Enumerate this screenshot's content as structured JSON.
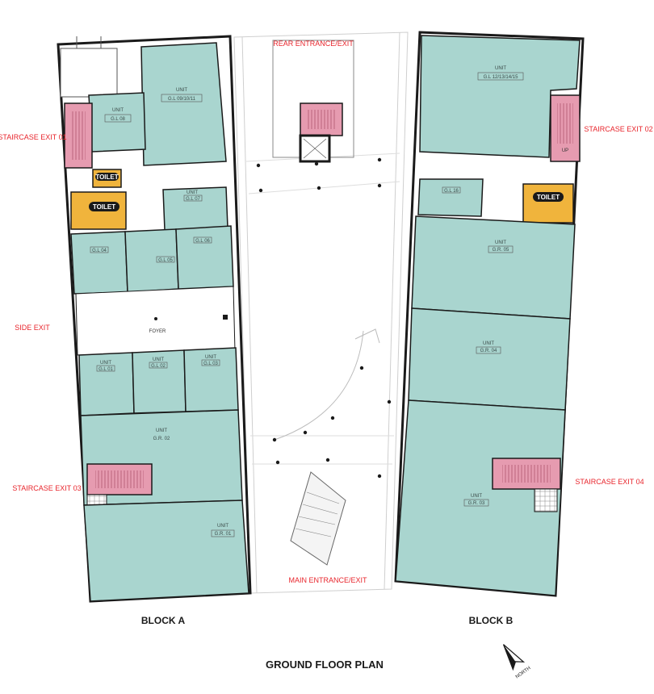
{
  "title": "GROUND FLOOR PLAN",
  "blocks": {
    "a": "BLOCK A",
    "b": "BLOCK B"
  },
  "entrances": {
    "rear": "REAR ENTRANCE/EXIT",
    "main": "MAIN ENTRANCE/EXIT",
    "side": "SIDE EXIT"
  },
  "staircases": {
    "exit01": "STAIRCASE EXIT 01",
    "exit02": "STAIRCASE EXIT 02",
    "exit03": "STAIRCASE EXIT 03",
    "exit04": "STAIRCASE EXIT 04"
  },
  "toilet": "TOILET",
  "foyer": "FOYER",
  "north": "NORTH",
  "up": "UP",
  "unit_word": "UNIT",
  "units": {
    "gl_09_10_11": "G.L 09/10/11",
    "gl_08": "G.L 08",
    "gl_07": "G.L 07",
    "gl_04": "G.L 04",
    "gl_05": "G.L 05",
    "gl_06": "G.L 06",
    "gl_01": "G.L 01",
    "gl_02": "G.L 02",
    "gl_03": "G.L 03",
    "gr_02": "G.R. 02",
    "gr_01": "G.R. 01",
    "gl_12_15": "G.L 12/13/14/15",
    "gl_16": "G.L 16",
    "gr_05": "G.R. 05",
    "gr_04": "G.R. 04",
    "gr_03": "G.R. 03"
  },
  "colors": {
    "unit_fill": "#a9d5cf",
    "staircase_fill": "#e69bb0",
    "toilet_fill": "#f0b43c",
    "wall": "#1a1a1a",
    "label_red": "#e8262d"
  }
}
